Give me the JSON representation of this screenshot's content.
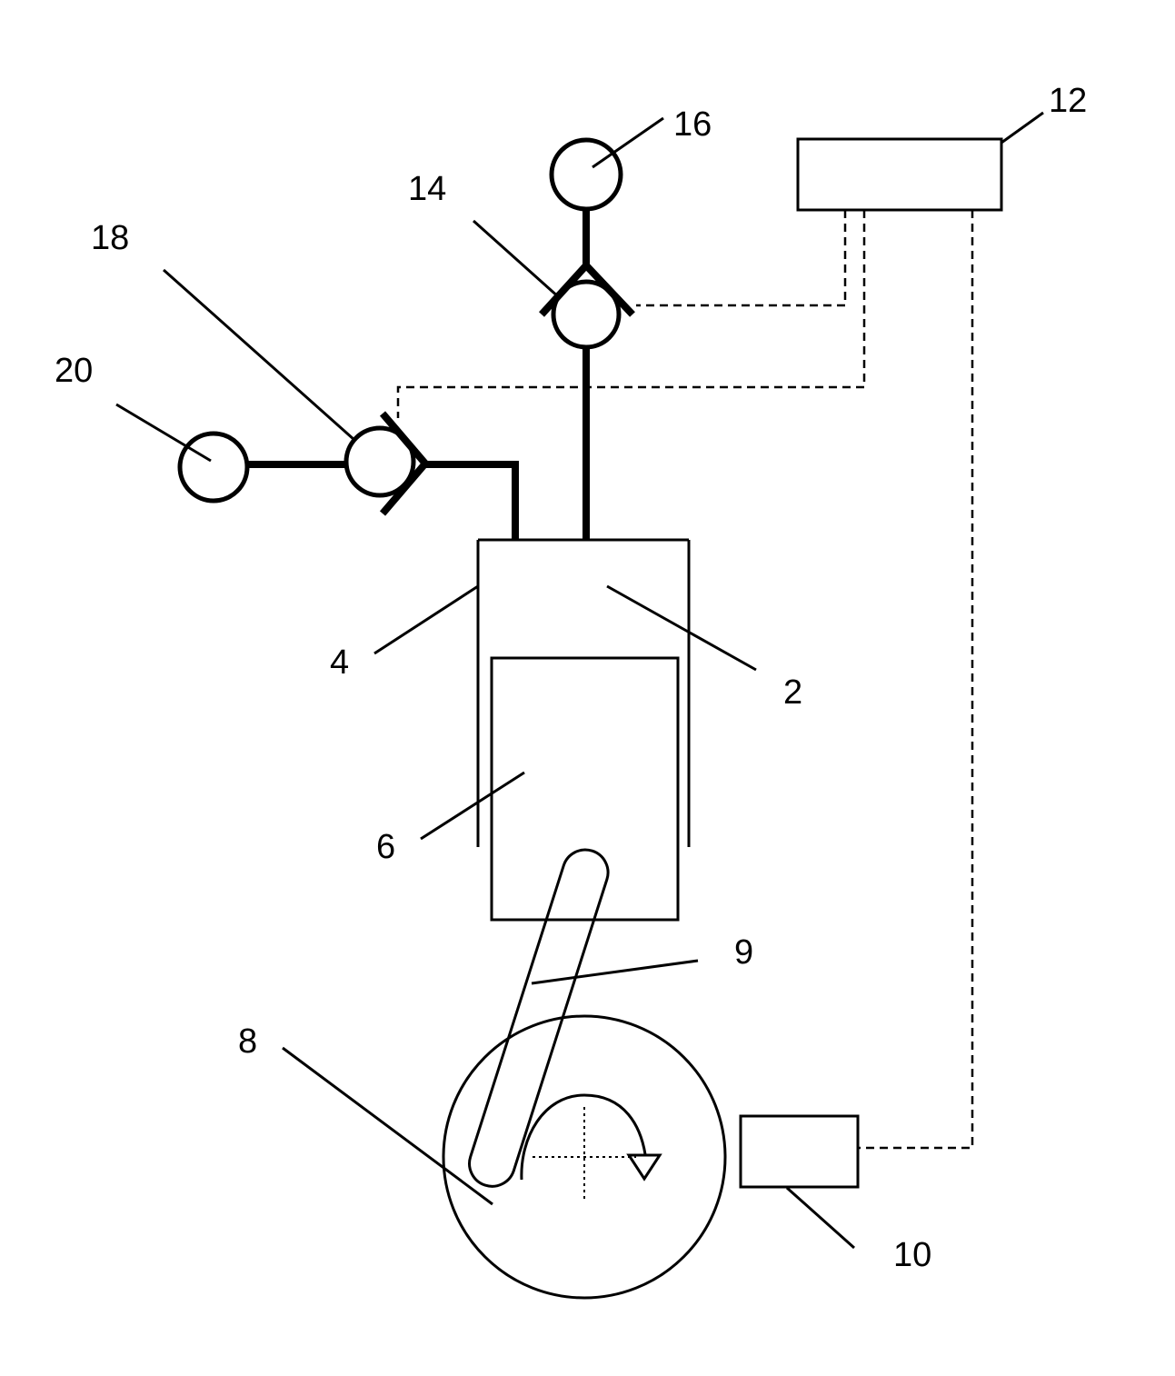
{
  "labels": {
    "ref_2": "2",
    "ref_4": "4",
    "ref_6": "6",
    "ref_8": "8",
    "ref_9": "9",
    "ref_10": "10",
    "ref_12": "12",
    "ref_14": "14",
    "ref_16": "16",
    "ref_18": "18",
    "ref_20": "20"
  },
  "colors": {
    "line": "#000000",
    "background": "#ffffff"
  }
}
